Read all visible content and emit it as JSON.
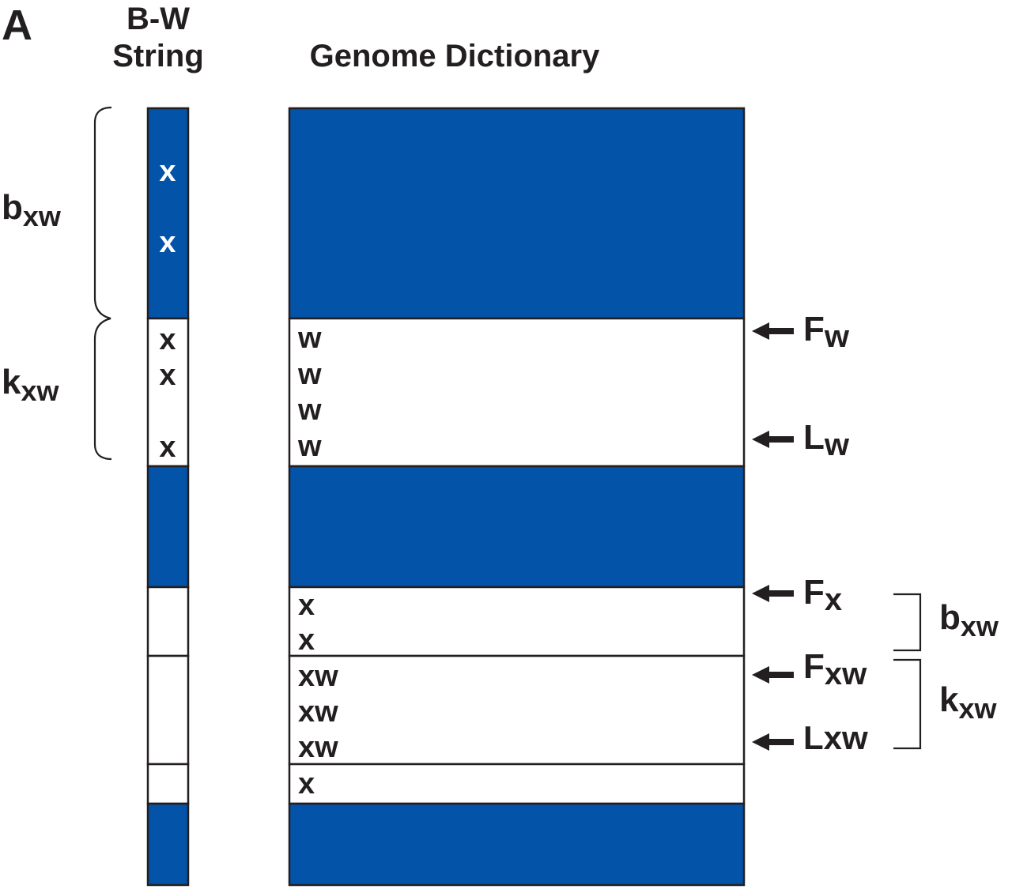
{
  "panel_label": "A",
  "headers": {
    "bw_line1": "B-W",
    "bw_line2": "String",
    "genome": "Genome Dictionary"
  },
  "colors": {
    "blue": "#0353a8",
    "ink": "#231f20"
  },
  "bw_string": {
    "blue_top_letters": [
      "x",
      "x"
    ],
    "white_letters": [
      "x",
      "x",
      "x"
    ]
  },
  "genome": {
    "w_rows": [
      "w",
      "w",
      "w",
      "w"
    ],
    "x_rows": [
      "x",
      "x"
    ],
    "xw_rows": [
      "xw",
      "xw",
      "xw"
    ],
    "x_last": "x"
  },
  "left_braces": {
    "top": {
      "main": "b",
      "sub": "xw"
    },
    "bottom": {
      "main": "k",
      "sub": "xw"
    }
  },
  "arrows": {
    "fw": {
      "main": "F",
      "sub": "w"
    },
    "lw": {
      "main": "L",
      "sub": "w"
    },
    "fx": {
      "main": "F",
      "sub": "x"
    },
    "fxw": {
      "main": "F",
      "sub": "xw"
    },
    "lxw": {
      "main": "Lxw",
      "sub": ""
    }
  },
  "right_brackets": {
    "top": {
      "main": "b",
      "sub": "xw"
    },
    "bottom": {
      "main": "k",
      "sub": "xw"
    }
  }
}
